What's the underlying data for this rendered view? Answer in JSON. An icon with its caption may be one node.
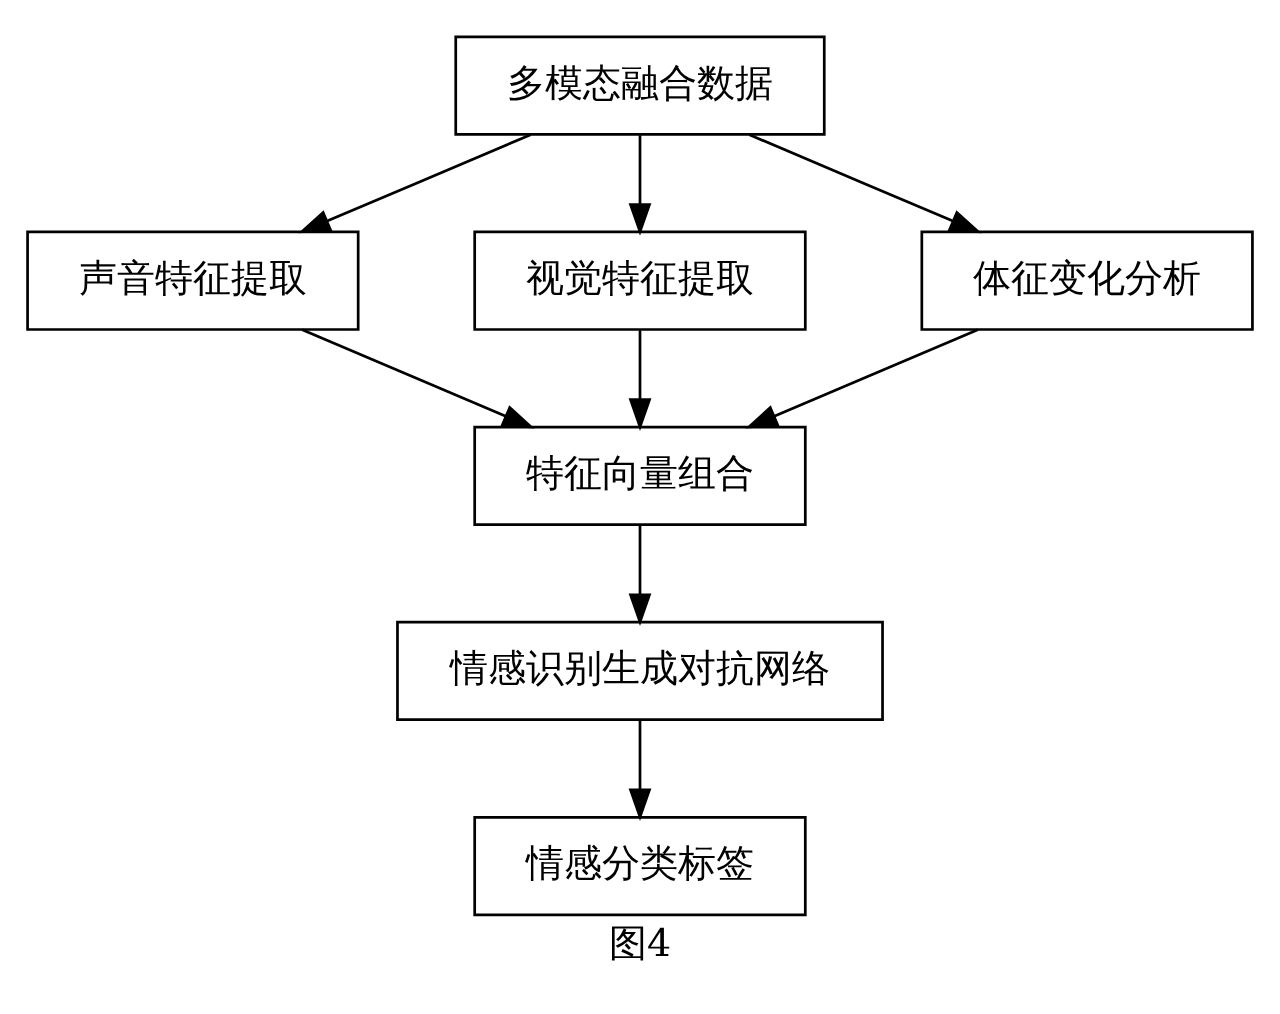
{
  "diagram": {
    "caption": "图4",
    "nodes": [
      {
        "text": [
          "多模态融合数据"
        ]
      },
      {
        "text": [
          "声音特征提取"
        ]
      },
      {
        "text": [
          "视觉特征提取"
        ]
      },
      {
        "text": [
          "体征变化分析"
        ]
      },
      {
        "text": [
          "特征向量组合"
        ]
      },
      {
        "text": [
          "情感识别生成对抗网络"
        ]
      },
      {
        "text": [
          "情感分类标签"
        ]
      }
    ],
    "edges": [
      {
        "from": 0,
        "to": 1,
        "arrow": "to"
      },
      {
        "from": 0,
        "to": 2,
        "arrow": "to"
      },
      {
        "from": 0,
        "to": 3,
        "arrow": "to"
      },
      {
        "from": 1,
        "to": 4,
        "arrow": "to"
      },
      {
        "from": 2,
        "to": 4,
        "arrow": "to"
      },
      {
        "from": 3,
        "to": 4,
        "arrow": "to"
      },
      {
        "from": 4,
        "to": 5,
        "arrow": "to"
      },
      {
        "from": 5,
        "to": 6,
        "arrow": "to"
      }
    ]
  }
}
